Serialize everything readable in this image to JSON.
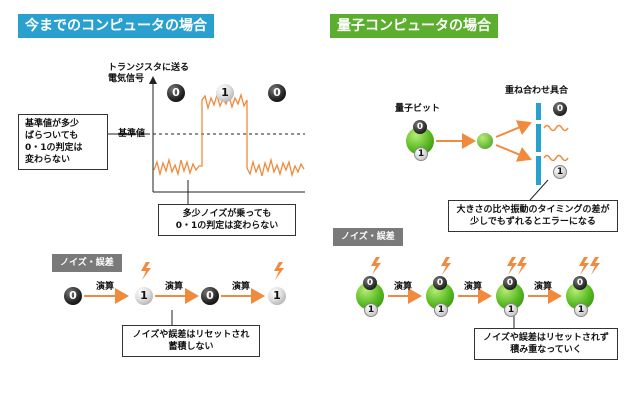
{
  "left": {
    "title": "今までのコンピュータの場合",
    "signal_label_line1": "トランジスタに送る",
    "signal_label_line2": "電気信号",
    "threshold_label": "基準値",
    "bit_labels": [
      "0",
      "1",
      "0"
    ],
    "callout_left": [
      "基準値が多少",
      "ばらついても",
      "0・1の判定は",
      "変わらない"
    ],
    "callout_bottom": [
      "多少ノイズが乗っても",
      "0・1の判定は変わらない"
    ],
    "noise_tag": "ノイズ・誤差",
    "chain_values": [
      "0",
      "1",
      "0",
      "1"
    ],
    "op_label": "演算",
    "callout_chain": [
      "ノイズや誤差はリセットされ",
      "蓄積しない"
    ]
  },
  "right": {
    "title": "量子コンピュータの場合",
    "qubit_label": "量子ビット",
    "superposition_label": "重ね合わせ具合",
    "state_top": "0",
    "state_bottom": "1",
    "callout_ratio": [
      "大きさの比や振動のタイミングの差が",
      "少しでもずれるとエラーになる"
    ],
    "noise_tag": "ノイズ・誤差",
    "op_label": "演算",
    "callout_chain": [
      "ノイズや誤差はリセットされず",
      "積み重なっていく"
    ]
  },
  "colors": {
    "blue_title": "#2aa0cf",
    "green_title": "#5cae2e",
    "signal": "#f08a3c",
    "arrow": "#f08a3c",
    "bolt": "#f08a3c",
    "cyan_bar": "#2aa0cf"
  }
}
